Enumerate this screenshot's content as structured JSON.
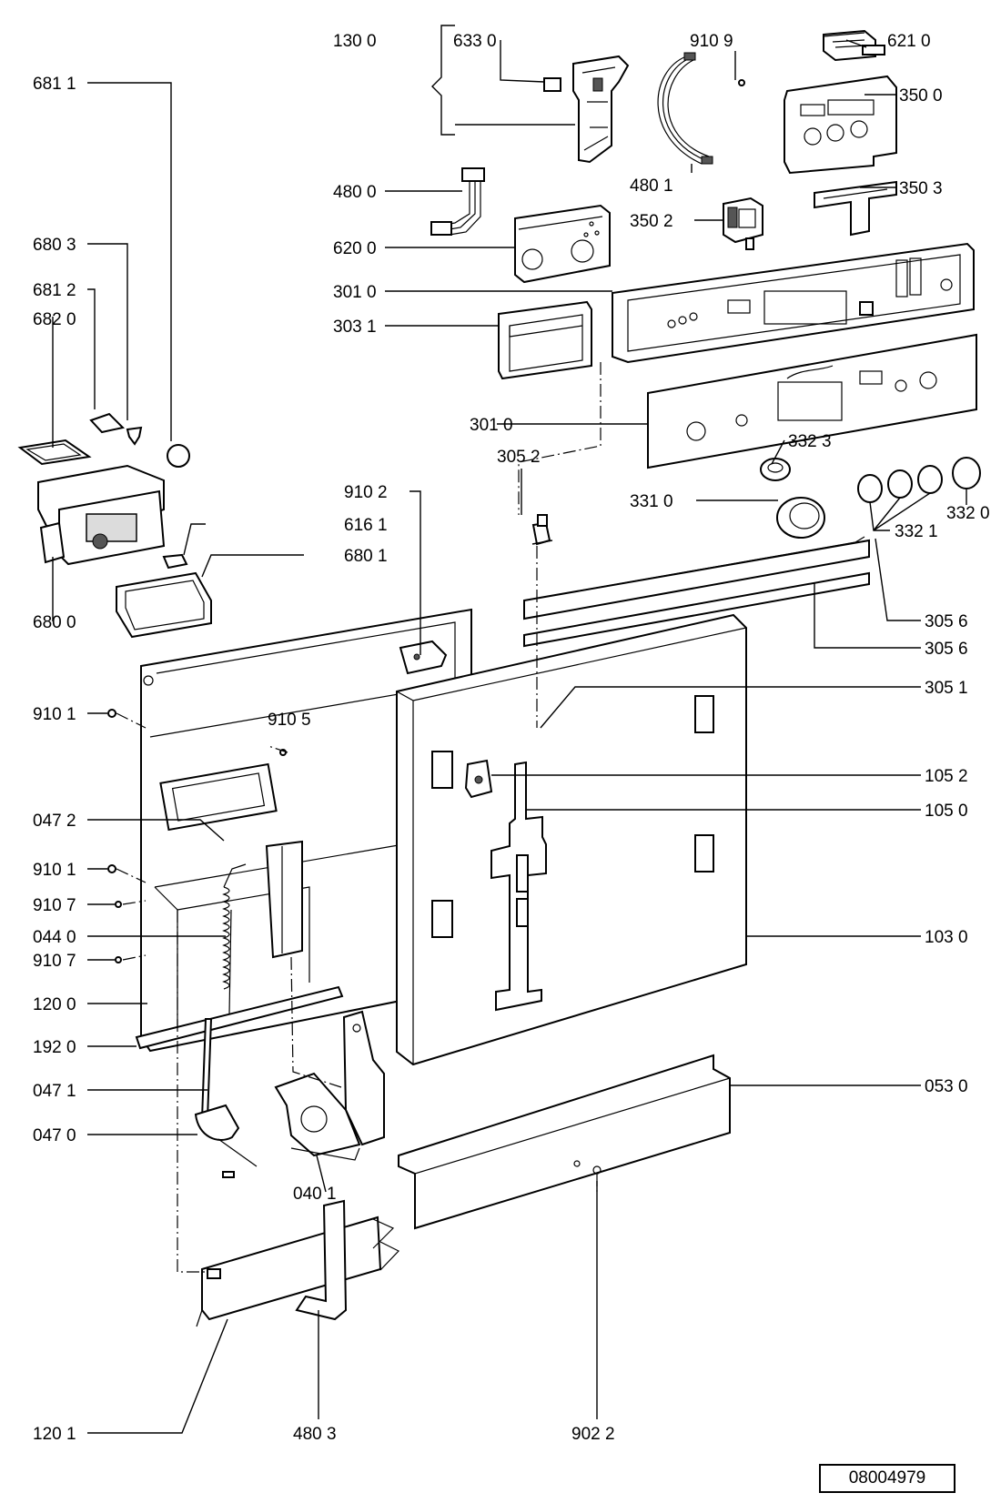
{
  "document_number": "08004979",
  "callouts": [
    "130 0",
    "633 0",
    "910 9",
    "621 0",
    "681 1",
    "350 0",
    "480 1",
    "480 0",
    "350 3",
    "680 3",
    "350 2",
    "620 0",
    "681 2",
    "301 0",
    "682 0",
    "303 1",
    "301 0",
    "305 2",
    "332 3",
    "331 0",
    "332 0",
    "332 1",
    "616 1",
    "910 2",
    "680 1",
    "680 0",
    "305 6",
    "305 6",
    "305 1",
    "910 1",
    "910 5",
    "105 2",
    "105 0",
    "047 2",
    "910 1",
    "910 7",
    "044 0",
    "103 0",
    "910 7",
    "120 0",
    "192 0",
    "053 0",
    "047 1",
    "047 0",
    "040 1",
    "902 2",
    "120 1",
    "480 3"
  ]
}
